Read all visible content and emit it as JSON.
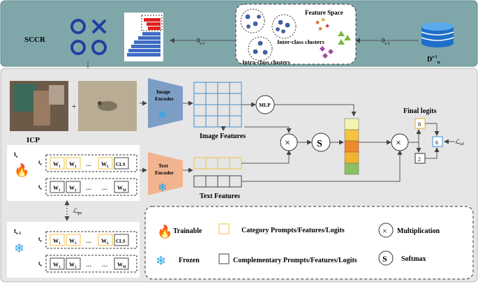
{
  "top": {
    "sccr_label": "SCCR",
    "theta_left": "θ",
    "theta_left_sub": "s-1",
    "theta_right": "θ",
    "theta_right_sub": "s-1",
    "feature_space_title": "Feature Space",
    "inter_class_label": "Inter-class clusters",
    "intra_class_label": "Intra-class clusters",
    "dataset_label": "D",
    "dataset_sup": "s-1",
    "dataset_sub": "tr",
    "bg_color": "#7fa7aa"
  },
  "images": {
    "plus": "+",
    "icp_label": "ICP"
  },
  "encoders": {
    "image_line1": "Image",
    "image_line2": "Encoder",
    "text_line1": "Text",
    "text_line2": "Encoder",
    "image_color": "#7d9ec4",
    "text_color": "#f2b48f"
  },
  "features": {
    "image_features_label": "Image Features",
    "text_features_label": "Text Features",
    "mlp_label": "MLP",
    "multiply_symbol": "×",
    "softmax_symbol": "S",
    "final_logits_label": "Final logits",
    "logit_top": "8",
    "logit_bottom": "2",
    "logit_out": "6",
    "loss_label": "ℒ",
    "loss_sub": "ssl",
    "bar_colors": [
      "#f7f3b0",
      "#f5c242",
      "#f0892a",
      "#f2b530",
      "#8cc063"
    ]
  },
  "prompts_current": {
    "ts_label": "t",
    "ts_sub": "s",
    "tc_label": "t",
    "tc_sub": "c",
    "ts2_label": "t",
    "ts2_sub": "s",
    "row1": [
      {
        "t": "W",
        "s": "1"
      },
      {
        "t": "W",
        "s": "2"
      },
      {
        "t": "…",
        "s": ""
      },
      {
        "t": "W",
        "s": "L"
      },
      {
        "t": "CLS",
        "s": ""
      }
    ],
    "row2": [
      {
        "t": "W",
        "s": "1"
      },
      {
        "t": "W",
        "s": "2"
      },
      {
        "t": "…",
        "s": ""
      },
      {
        "t": "…",
        "s": ""
      },
      {
        "t": "W",
        "s": "M"
      }
    ]
  },
  "tpc_loss": {
    "label": "ℒ",
    "sub": "tpc"
  },
  "prompts_prev": {
    "ts_label": "t",
    "ts_sub": "s-1",
    "tc_label": "t",
    "tc_sub": "c",
    "ts2_label": "t",
    "ts2_sub": "s",
    "row1": [
      {
        "t": "W",
        "s": "1"
      },
      {
        "t": "W",
        "s": "2"
      },
      {
        "t": "…",
        "s": ""
      },
      {
        "t": "W",
        "s": "L"
      },
      {
        "t": "CLS",
        "s": ""
      }
    ],
    "row2": [
      {
        "t": "W",
        "s": "1"
      },
      {
        "t": "W",
        "s": "2"
      },
      {
        "t": "…",
        "s": ""
      },
      {
        "t": "…",
        "s": ""
      },
      {
        "t": "W",
        "s": "M"
      }
    ]
  },
  "legend": {
    "trainable": "Trainable",
    "frozen": "Frozen",
    "category": "Category Prompts/Features/Logits",
    "complementary": "Complementary Prompts/Features/Logits",
    "multiplication": "Multiplication",
    "softmax": "Softmax",
    "multiply_symbol": "×",
    "softmax_symbol": "S"
  }
}
